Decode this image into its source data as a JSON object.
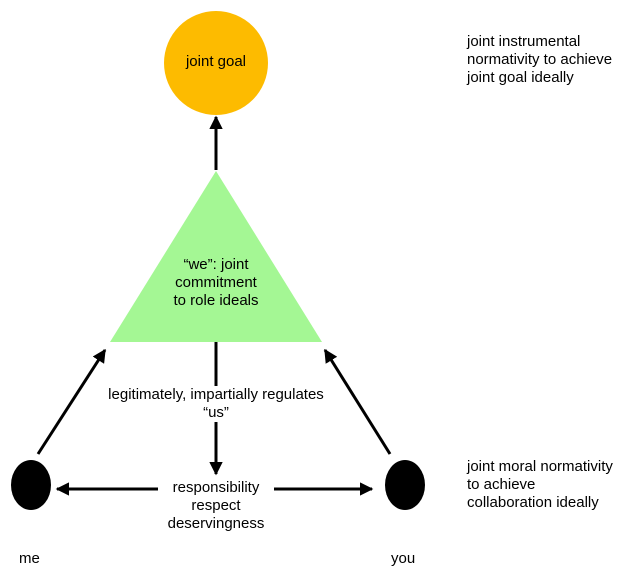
{
  "goal": {
    "label": "joint goal",
    "color": "#fdbb00"
  },
  "commitment": {
    "lines": [
      "“we”: joint",
      "commitment",
      "to role ideals"
    ],
    "color": "#a4f794"
  },
  "regulation": {
    "lines": [
      "legitimately, impartially regulates",
      "“us”"
    ]
  },
  "relation": {
    "lines": [
      "responsibility",
      "respect",
      "deservingness"
    ]
  },
  "agents": {
    "me": "me",
    "you": "you",
    "color": "#000000"
  },
  "annotations": {
    "instrumental": [
      "joint instrumental",
      "normativity to achieve",
      "joint goal ideally"
    ],
    "moral": [
      "joint moral normativity",
      "to achieve",
      "collaboration ideally"
    ]
  }
}
